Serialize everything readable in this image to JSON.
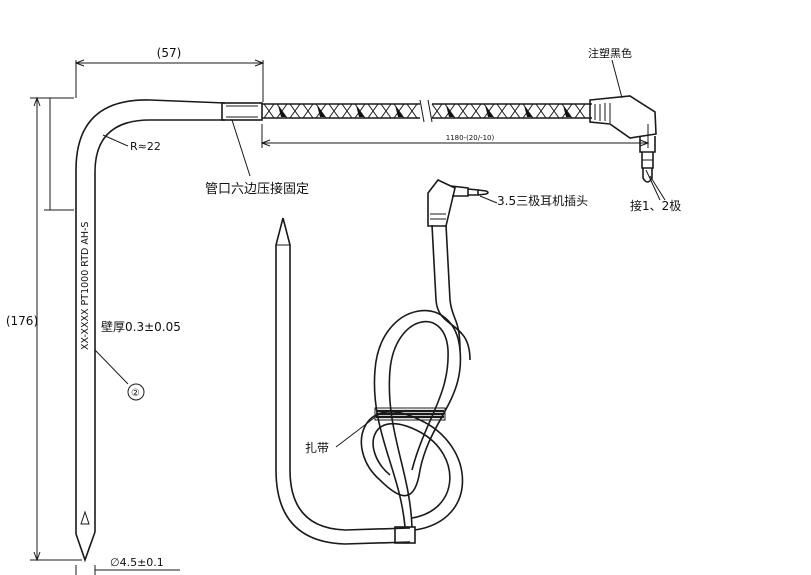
{
  "dimensions": {
    "width_label": "(57)",
    "height_label": "(176)",
    "cable_length_label": "1180-(20/-10)",
    "bend_radius_label": "R≈22",
    "diameter_label": "∅4.5±0.1",
    "wall_thickness_label": "壁厚0.3±0.05"
  },
  "labels": {
    "hex_crimp": "管口六边压接固定",
    "molding_color": "注塑黑色",
    "plug_type": "3.5三极耳机插头",
    "contacts": "接1、2极",
    "cable_tie": "扎带",
    "probe_marking": "XX-XXXX PT1000 RTD AH-S",
    "item_number": "②"
  }
}
